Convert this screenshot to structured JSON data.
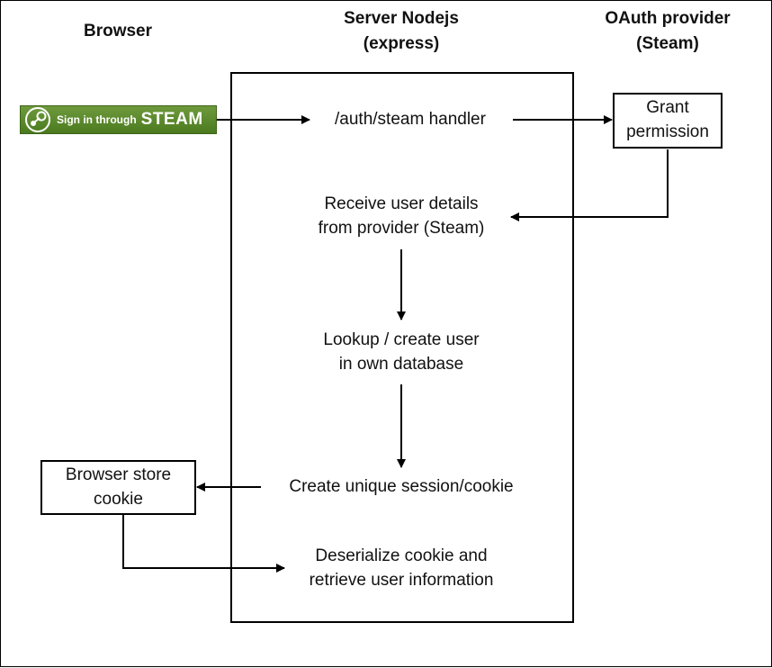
{
  "columns": {
    "browser": "Browser",
    "server": "Server Nodejs\n(express)",
    "provider": "OAuth provider\n(Steam)"
  },
  "steam_button": {
    "part1": "Sign in through",
    "part2": "STEAM"
  },
  "steps": {
    "auth_handler": "/auth/steam handler",
    "receive_details": "Receive user details\nfrom provider (Steam)",
    "lookup_user": "Lookup / create user\nin own database",
    "create_session": "Create unique session/cookie",
    "deserialize": "Deserialize cookie and\nretrieve user information"
  },
  "boxes": {
    "grant_permission": "Grant\npermission",
    "browser_store": "Browser store\ncookie"
  }
}
